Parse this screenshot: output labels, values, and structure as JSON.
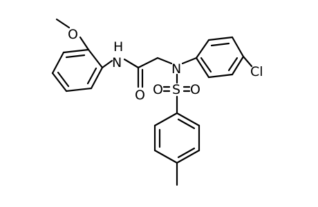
{
  "molecule": {
    "atoms": {
      "methoxy_o": "O",
      "amide_nh": "H",
      "amide_n": "N",
      "carbonyl_o": "O",
      "sulfonamide_n": "N",
      "sulfur": "S",
      "sulfonyl_o_left": "O",
      "sulfonyl_o_right": "O",
      "chlorine": "Cl"
    }
  }
}
